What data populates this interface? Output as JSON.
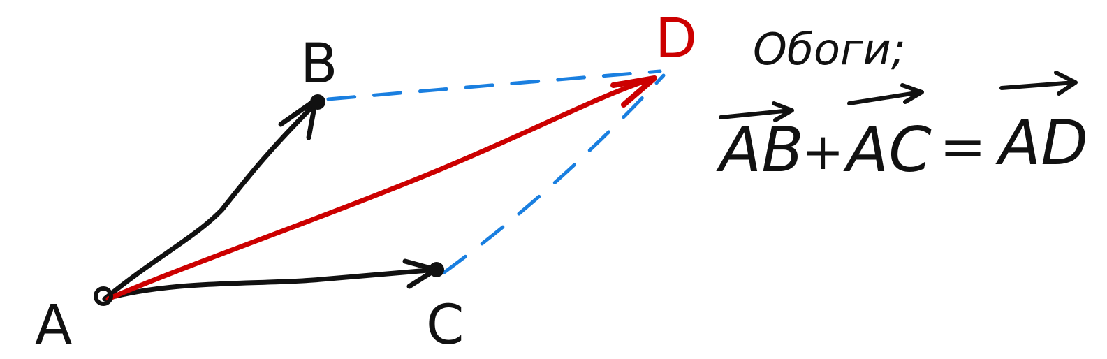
{
  "points": {
    "A": {
      "label": "A"
    },
    "B": {
      "label": "B"
    },
    "C": {
      "label": "C"
    },
    "D": {
      "label": "D"
    }
  },
  "rule": {
    "word": "Обоги;",
    "vec1": "AB",
    "plus": "+",
    "vec2": "AC",
    "equals": "=",
    "vec3": "AD"
  },
  "colors": {
    "ink": "#111111",
    "red": "#cc0000",
    "blue": "#1a7fe0"
  }
}
